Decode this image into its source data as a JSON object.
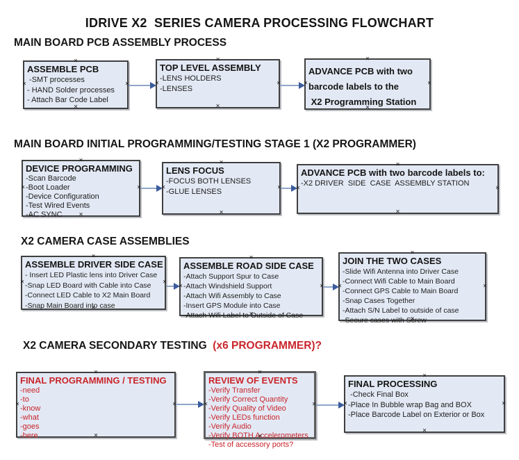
{
  "title": "IDRIVE X2  SERIES CAMERA PROCESSING FLOWCHART",
  "colors": {
    "box_fill": "#e3e9f4",
    "box_border": "#3f3f3f",
    "arrow_line": "#8fa6c8",
    "arrow_head": "#3b5b9d",
    "red_accent": "#c9252b",
    "text": "#141414"
  },
  "sections": [
    {
      "heading": "MAIN BOARD PCB ASSEMBLY PROCESS",
      "boxes": [
        {
          "title": "ASSEMBLE PCB",
          "items": [
            " -SMT processes",
            "- HAND Solder processes",
            "- Attach Bar Code Label"
          ]
        },
        {
          "title": "TOP LEVEL ASSEMBLY",
          "items": [
            "-LENS HOLDERS",
            "-LENSES"
          ]
        },
        {
          "title_lines": [
            "ADVANCE PCB with two",
            "barcode labels to the",
            " X2 Programming Station"
          ]
        }
      ]
    },
    {
      "heading": "MAIN BOARD INITIAL PROGRAMMING/TESTING STAGE 1 (X2 PROGRAMMER)",
      "boxes": [
        {
          "title": "DEVICE PROGRAMMING",
          "items": [
            "-Scan Barcode",
            "-Boot Loader",
            "-Device Configuration",
            "-Test Wired Events",
            "-AC SYNC"
          ]
        },
        {
          "title": "LENS FOCUS",
          "items": [
            "-FOCUS BOTH LENSES",
            "-GLUE LENSES"
          ]
        },
        {
          "title": "ADVANCE PCB with two barcode labels to:",
          "items": [
            "-X2 DRIVER  SIDE  CASE  ASSEMBLY STATION"
          ]
        }
      ]
    },
    {
      "heading": "X2 CAMERA CASE ASSEMBLIES",
      "boxes": [
        {
          "title": "ASSEMBLE DRIVER SIDE CASE",
          "items": [
            "- Insert LED Plastic lens into Driver Case",
            "-Snap LED Board with Cable into Case",
            "-Connect LED Cable to X2 Main Board",
            "-Snap Main Board into case"
          ]
        },
        {
          "title": "ASSEMBLE ROAD SIDE CASE",
          "items": [
            "-Attach Support Spur to Case",
            "-Attach Windshield Support",
            "-Attach Wifi Assembly to Case",
            "-Insert GPS Module into Case",
            "-Attach Wifi Label to Outside of Case"
          ]
        },
        {
          "title": "JOIN THE TWO CASES",
          "items": [
            "-Slide Wifi Antenna into Driver Case",
            "-Connect Wifi Cable to Main Board",
            "-Connect GPS Cable to Main Board",
            "-Snap Cases Together",
            "-Attach S/N Label to outside of case",
            "-Secure cases with Screw"
          ]
        }
      ]
    },
    {
      "heading": "X2 CAMERA SECONDARY TESTING  ",
      "heading_red": "(x6 PROGRAMMER)?",
      "boxes": [
        {
          "title": "FINAL PROGRAMMING / TESTING",
          "items": [
            "-need",
            "-to",
            "-know",
            "-what",
            "-goes",
            "-here"
          ]
        },
        {
          "title": "REVIEW OF EVENTS",
          "items": [
            "-Verify Transfer",
            "-Verify Correct Quantity",
            "-Verify Quality of Video",
            "-Verify LEDs function",
            "-Verify Audio",
            "-Verify BOTH Accelerometers",
            "-Test of accessory ports?"
          ]
        },
        {
          "title": "FINAL PROCESSING",
          "items": [
            " -Check Final Box",
            "-Place In Bubble wrap Bag and BOX",
            "-Place Barcode Label on Exterior or Box"
          ]
        }
      ]
    }
  ]
}
